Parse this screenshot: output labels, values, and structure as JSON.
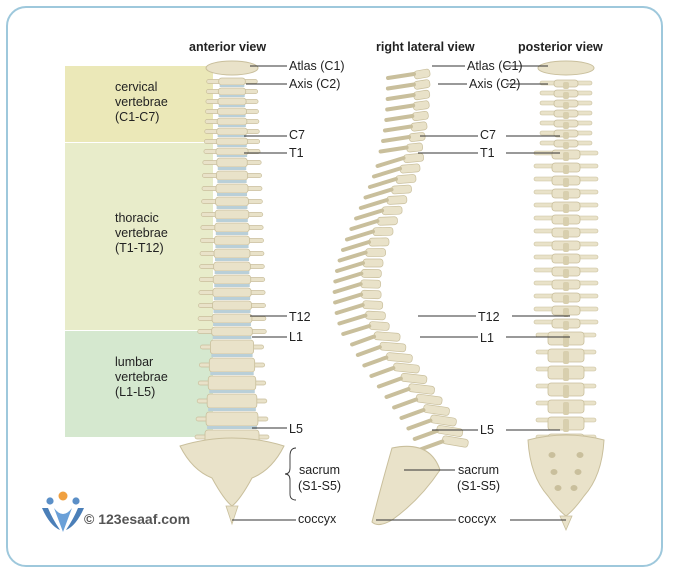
{
  "views": {
    "anterior": "anterior view",
    "lateral": "right lateral view",
    "posterior": "posterior view"
  },
  "regions": {
    "cervical": "cervical\nvertebrae\n(C1-C7)",
    "thoracic": "thoracic\nvertebrae\n(T1-T12)",
    "lumbar": "lumbar\nvertebrae\n(L1-L5)"
  },
  "labels_anterior": {
    "atlas": "Atlas (C1)",
    "axis": "Axis (C2)",
    "c7": "C7",
    "t1": "T1",
    "t12": "T12",
    "l1": "L1",
    "l5": "L5",
    "sacrum": "sacrum\n(S1-S5)",
    "coccyx": "coccyx"
  },
  "labels_posterior": {
    "atlas": "Atlas (C1)",
    "axis": "Axis (C2)",
    "c7": "C7",
    "t1": "T1",
    "t12": "T12",
    "l1": "L1",
    "l5": "L5",
    "sacrum": "sacrum\n(S1-S5)",
    "coccyx": "coccyx"
  },
  "logo_text": "© 123esaaf.com",
  "colors": {
    "cervical_band": "#ebe8b8",
    "thoracic_band": "#e8ecca",
    "lumbar_band": "#d5e8cf",
    "bone": "#e9e2c9",
    "bone_shade": "#c9bf9c",
    "disc": "#b9cfd8",
    "frame": "#9ec8dc"
  }
}
